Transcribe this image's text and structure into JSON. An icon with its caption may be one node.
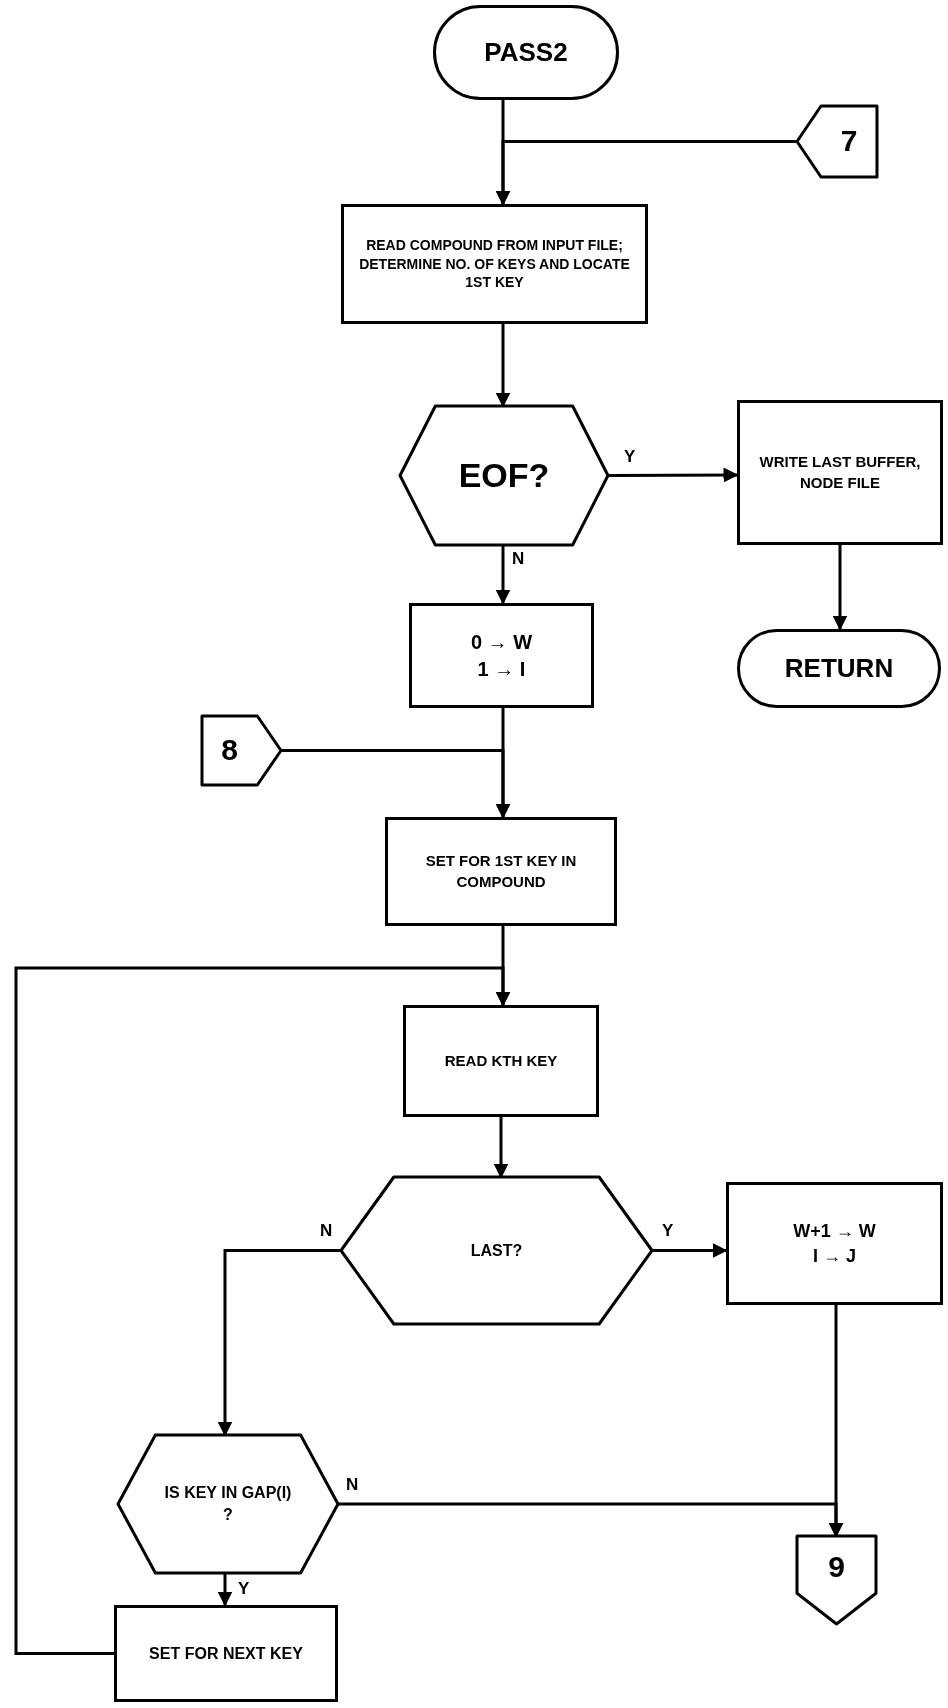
{
  "diagram": {
    "nodes": [
      {
        "text": [
          "PASS2"
        ]
      },
      {
        "text": [
          "7"
        ]
      },
      {
        "text": [
          "READ COMPOUND FROM INPUT FILE; DETERMINE NO. OF KEYS AND LOCATE 1ST KEY"
        ]
      },
      {
        "text": [
          "EOF?"
        ]
      },
      {
        "text": [
          "WRITE LAST BUFFER, NODE FILE"
        ]
      },
      {
        "text": [
          "RETURN"
        ]
      },
      {
        "text": [
          "0 → W",
          "1 → I"
        ]
      },
      {
        "text": [
          "8"
        ]
      },
      {
        "text": [
          "SET FOR 1ST KEY IN COMPOUND"
        ]
      },
      {
        "text": [
          "READ KTH KEY"
        ]
      },
      {
        "text": [
          "LAST?"
        ]
      },
      {
        "text": [
          "W+1 → W",
          "I → J"
        ]
      },
      {
        "text": [
          "IS KEY IN GAP(I) ?"
        ]
      },
      {
        "text": [
          "9"
        ]
      },
      {
        "text": [
          "SET FOR NEXT KEY"
        ]
      }
    ],
    "edges": [
      {
        "from": 0,
        "to": 2,
        "arrow": "to"
      },
      {
        "from": 1,
        "to": 2,
        "arrow": "to"
      },
      {
        "from": 2,
        "to": 3,
        "arrow": "to"
      },
      {
        "from": 3,
        "to": 4,
        "arrow": "to",
        "label": "Y"
      },
      {
        "from": 3,
        "to": 6,
        "arrow": "to",
        "label": "N"
      },
      {
        "from": 4,
        "to": 5,
        "arrow": "to"
      },
      {
        "from": 6,
        "to": 8,
        "arrow": "to"
      },
      {
        "from": 7,
        "to": 8,
        "arrow": "to"
      },
      {
        "from": 8,
        "to": 9,
        "arrow": "to"
      },
      {
        "from": 14,
        "to": 9,
        "arrow": "to"
      },
      {
        "from": 9,
        "to": 10,
        "arrow": "to"
      },
      {
        "from": 10,
        "to": 11,
        "arrow": "to",
        "label": "Y"
      },
      {
        "from": 10,
        "to": 12,
        "arrow": "to",
        "label": "N"
      },
      {
        "from": 12,
        "to": 13,
        "arrow": "to",
        "label": "N"
      },
      {
        "from": 11,
        "to": 13,
        "arrow": "to"
      },
      {
        "from": 12,
        "to": 14,
        "arrow": "to",
        "label": "Y"
      }
    ]
  }
}
